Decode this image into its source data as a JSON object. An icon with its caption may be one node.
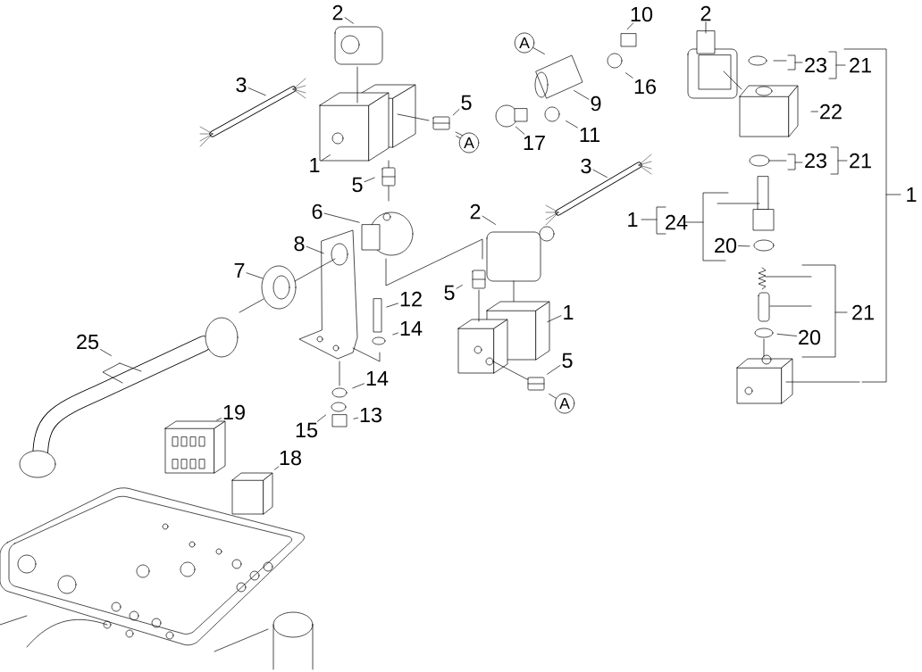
{
  "diagram": {
    "nodes": [
      {
        "text": [
          "2"
        ]
      },
      {
        "text": [
          "3"
        ]
      },
      {
        "text": [
          "5"
        ]
      },
      {
        "text": [
          "1"
        ]
      },
      {
        "text": [
          "5"
        ]
      },
      {
        "text": [
          "6"
        ]
      },
      {
        "text": [
          "8"
        ]
      },
      {
        "text": [
          "7"
        ]
      },
      {
        "text": [
          "12"
        ]
      },
      {
        "text": [
          "14"
        ]
      },
      {
        "text": [
          "14"
        ]
      },
      {
        "text": [
          "15"
        ]
      },
      {
        "text": [
          "13"
        ]
      },
      {
        "text": [
          "19"
        ]
      },
      {
        "text": [
          "18"
        ]
      },
      {
        "text": [
          "25"
        ]
      },
      {
        "text": [
          "10"
        ]
      },
      {
        "text": [
          "A"
        ]
      },
      {
        "text": [
          "16"
        ]
      },
      {
        "text": [
          "9"
        ]
      },
      {
        "text": [
          "11"
        ]
      },
      {
        "text": [
          "17"
        ]
      },
      {
        "text": [
          "A"
        ]
      },
      {
        "text": [
          "3"
        ]
      },
      {
        "text": [
          "2"
        ]
      },
      {
        "text": [
          "5"
        ]
      },
      {
        "text": [
          "1"
        ]
      },
      {
        "text": [
          "5"
        ]
      },
      {
        "text": [
          "A"
        ]
      },
      {
        "text": [
          "2"
        ]
      },
      {
        "text": [
          "23"
        ]
      },
      {
        "text": [
          "21"
        ]
      },
      {
        "text": [
          "22"
        ]
      },
      {
        "text": [
          "23"
        ]
      },
      {
        "text": [
          "21"
        ]
      },
      {
        "text": [
          "1"
        ]
      },
      {
        "text": [
          "24"
        ]
      },
      {
        "text": [
          "20"
        ]
      },
      {
        "text": [
          "21"
        ]
      },
      {
        "text": [
          "20"
        ]
      },
      {
        "text": [
          "1"
        ]
      }
    ],
    "edges": [
      {
        "from": 0,
        "to": null,
        "arrow": "none"
      },
      {
        "from": 1,
        "to": null,
        "arrow": "none"
      },
      {
        "from": 2,
        "to": null,
        "arrow": "none"
      },
      {
        "from": 3,
        "to": null,
        "arrow": "none"
      },
      {
        "from": 4,
        "to": null,
        "arrow": "none"
      },
      {
        "from": 5,
        "to": null,
        "arrow": "none"
      },
      {
        "from": 6,
        "to": null,
        "arrow": "none"
      },
      {
        "from": 7,
        "to": null,
        "arrow": "none"
      },
      {
        "from": 8,
        "to": null,
        "arrow": "none"
      },
      {
        "from": 9,
        "to": null,
        "arrow": "none"
      },
      {
        "from": 10,
        "to": null,
        "arrow": "none"
      },
      {
        "from": 11,
        "to": null,
        "arrow": "none"
      },
      {
        "from": 12,
        "to": null,
        "arrow": "none"
      },
      {
        "from": 13,
        "to": null,
        "arrow": "none"
      },
      {
        "from": 14,
        "to": null,
        "arrow": "none"
      },
      {
        "from": 15,
        "to": null,
        "arrow": "none"
      },
      {
        "from": 16,
        "to": null,
        "arrow": "none"
      },
      {
        "from": 17,
        "to": null,
        "arrow": "none"
      },
      {
        "from": 18,
        "to": null,
        "arrow": "none"
      },
      {
        "from": 19,
        "to": null,
        "arrow": "none"
      },
      {
        "from": 20,
        "to": null,
        "arrow": "none"
      },
      {
        "from": 21,
        "to": null,
        "arrow": "none"
      },
      {
        "from": 22,
        "to": null,
        "arrow": "none"
      },
      {
        "from": 23,
        "to": null,
        "arrow": "none"
      },
      {
        "from": 24,
        "to": null,
        "arrow": "none"
      },
      {
        "from": 25,
        "to": null,
        "arrow": "none"
      },
      {
        "from": 26,
        "to": null,
        "arrow": "none"
      },
      {
        "from": 27,
        "to": null,
        "arrow": "none"
      },
      {
        "from": 28,
        "to": null,
        "arrow": "none"
      },
      {
        "from": 29,
        "to": null,
        "arrow": "none"
      },
      {
        "from": 32,
        "to": null,
        "arrow": "none"
      },
      {
        "from": 37,
        "to": null,
        "arrow": "none"
      },
      {
        "from": 39,
        "to": null,
        "arrow": "none"
      }
    ]
  }
}
